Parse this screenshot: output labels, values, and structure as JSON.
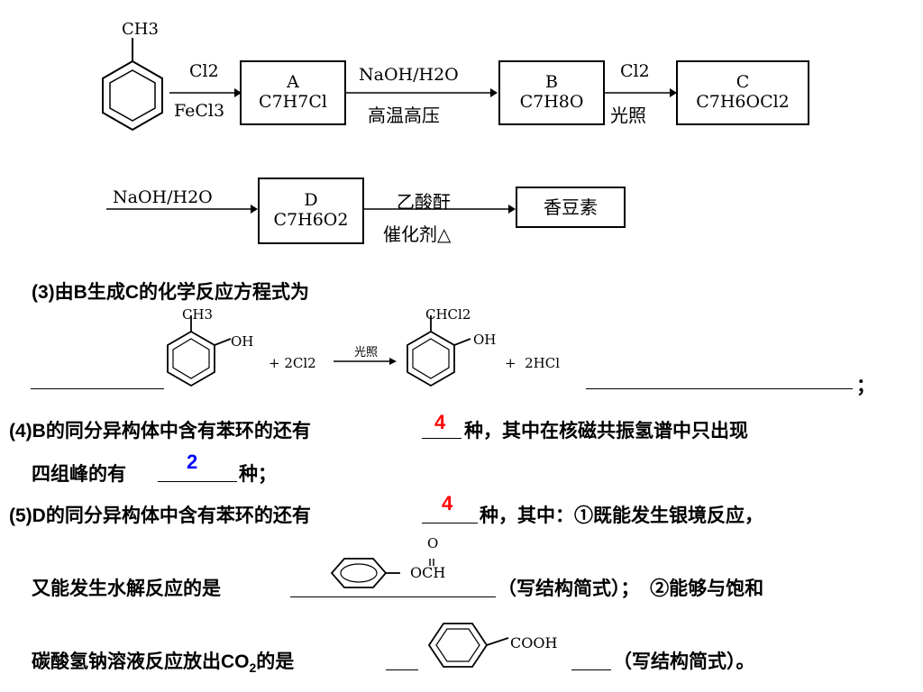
{
  "scheme": {
    "toluene_label": "CH3",
    "step1_top": "Cl2",
    "step1_bottom": "FeCl3",
    "box_a": {
      "name": "A",
      "formula": "C7H7Cl"
    },
    "step2_top": "NaOH/H2O",
    "step2_bottom": "高温高压",
    "box_b": {
      "name": "B",
      "formula": "C7H8O"
    },
    "step3_top": "Cl2",
    "step3_bottom": "光照",
    "box_c": {
      "name": "C",
      "formula": "C7H6OCl2"
    },
    "step4_top": "NaOH/H2O",
    "box_d": {
      "name": "D",
      "formula": "C7H6O2"
    },
    "step5_top": "乙酸酐",
    "step5_bottom": "催化剂△",
    "product_box": "香豆素"
  },
  "q3": {
    "text": "(3)由B生成C的化学反应方程式为",
    "reactant_sub1": "CH3",
    "reactant_sub2": "OH",
    "reagent": "+ 2Cl2",
    "condition": "光照",
    "product_sub1": "CHCl2",
    "product_sub2": "OH",
    "byproduct": "+  2HCl",
    "end": "；"
  },
  "q4": {
    "line1_a": "(4)B的同分异构体中含有苯环的还有",
    "answer1": "4",
    "line1_b": "种，其中在核磁共振氢谱中只出现",
    "line2_a": "四组峰的有",
    "answer2": "2",
    "line2_b": "种；"
  },
  "q5": {
    "line1_a": "(5)D的同分异构体中含有苯环的还有",
    "answer1": "4",
    "line1_b": "种，其中：①既能发生银境反应，",
    "line2_a": "又能发生水解反应的是",
    "ester_group": "OCH",
    "ester_o": "O",
    "line2_b": "（写结构简式）；  ②能够与饱和",
    "line3_a": "碳酸氢钠溶液反应放出CO",
    "line3_sub": "2",
    "line3_b": "的是",
    "acid_group": "COOH",
    "line3_c": "（写结构简式）。"
  }
}
